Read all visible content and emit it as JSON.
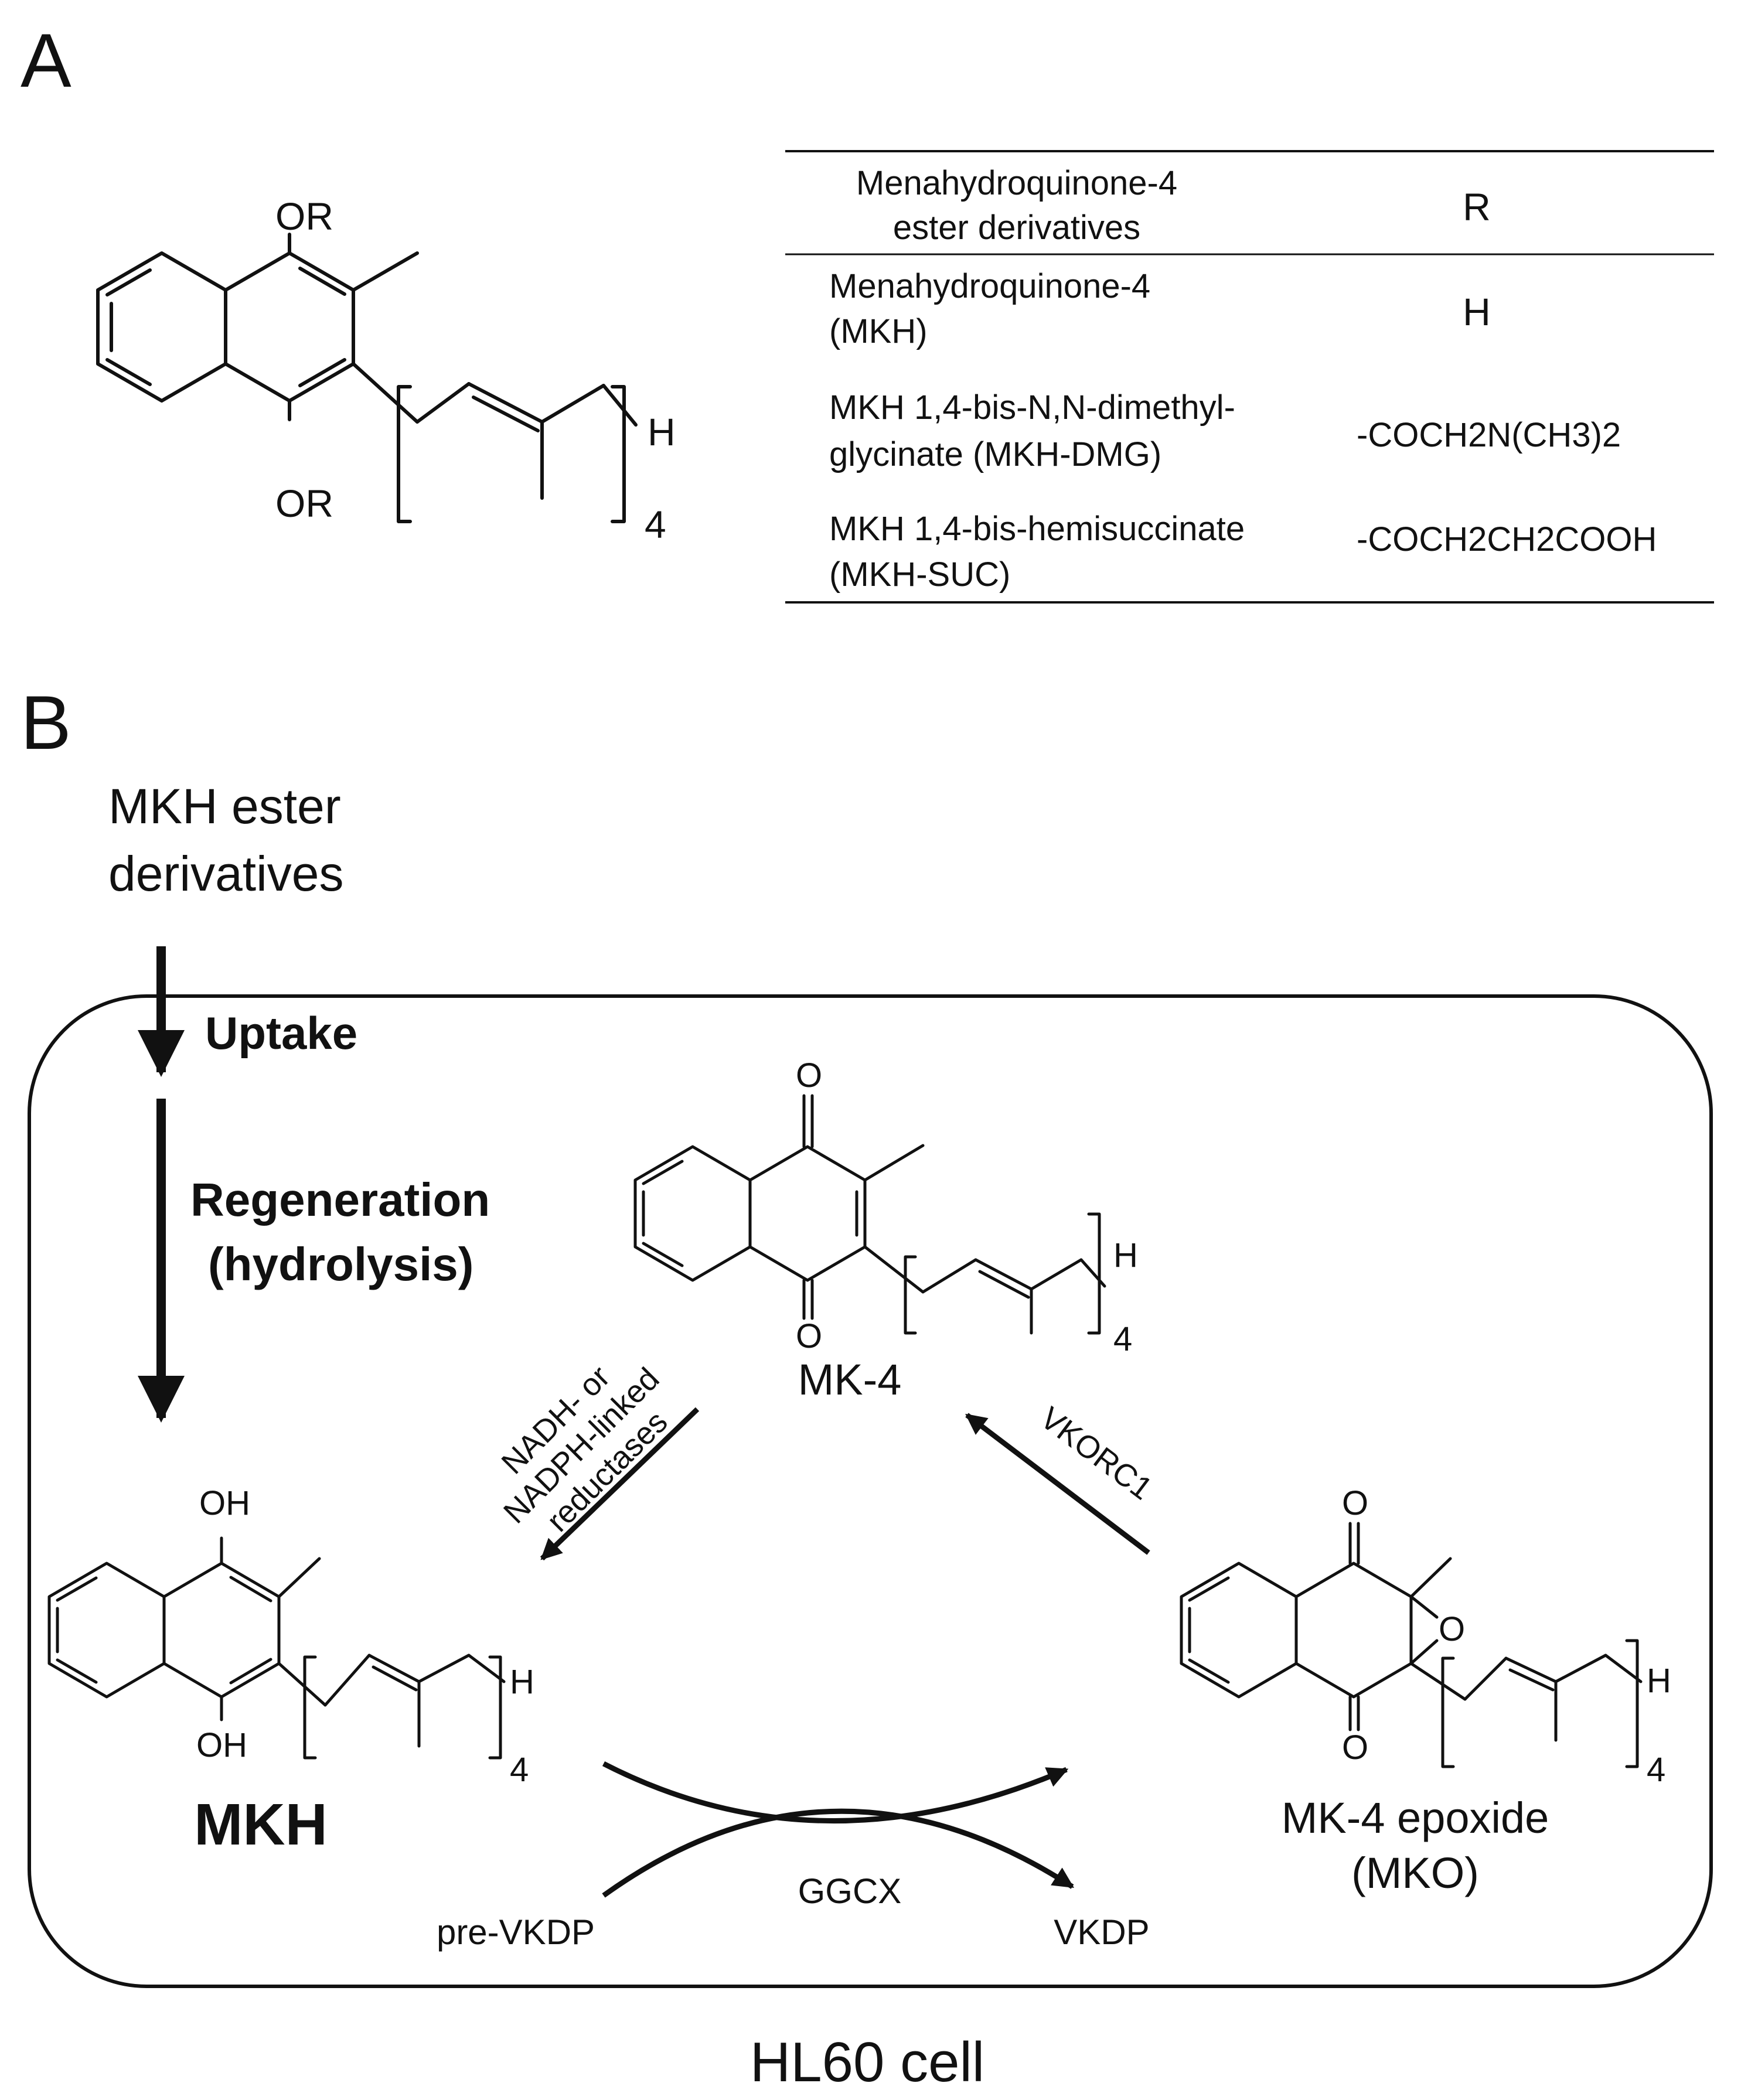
{
  "panel_a": {
    "label": "A",
    "structure_labels": {
      "or_top": "OR",
      "or_bottom": "OR",
      "h": "H",
      "n": "4"
    },
    "table": {
      "header": {
        "col1_line1": "Menahydroquinone-4",
        "col1_line2": "ester derivatives",
        "col2": "R"
      },
      "rows": [
        {
          "line1": "Menahydroquinone-4",
          "line2": "(MKH)",
          "r": "H"
        },
        {
          "line1": "MKH 1,4-bis-N,N-dimethyl-",
          "line2": "glycinate (MKH-DMG)",
          "r": "-COCH2N(CH3)2"
        },
        {
          "line1": "MKH 1,4-bis-hemisuccinate",
          "line2": "(MKH-SUC)",
          "r": "-COCH2CH2COOH"
        }
      ]
    }
  },
  "panel_b": {
    "label": "B",
    "input_line1": "MKH ester",
    "input_line2": "derivatives",
    "uptake": "Uptake",
    "regeneration_line1": "Regeneration",
    "regeneration_line2": "(hydrolysis)",
    "reductase_line1": "NADH- or",
    "reductase_line2": "NADPH-linked",
    "reductase_line3": "reductases",
    "vkorc1": "VKORC1",
    "ggcx": "GGCX",
    "pre_vkdp": "pre-VKDP",
    "vkdp": "VKDP",
    "mk4": "MK-4",
    "mko_line1": "MK-4 epoxide",
    "mko_line2": "(MKO)",
    "mkh": "MKH",
    "cell": "HL60 cell",
    "mk4_atoms": {
      "o_top": "O",
      "o_bottom": "O",
      "h": "H",
      "n": "4"
    },
    "mkh_atoms": {
      "oh_top": "OH",
      "oh_bottom": "OH",
      "h": "H",
      "n": "4"
    },
    "mko_atoms": {
      "o_top": "O",
      "o_bottom": "O",
      "o_epoxide": "O",
      "h": "H",
      "n": "4"
    }
  }
}
